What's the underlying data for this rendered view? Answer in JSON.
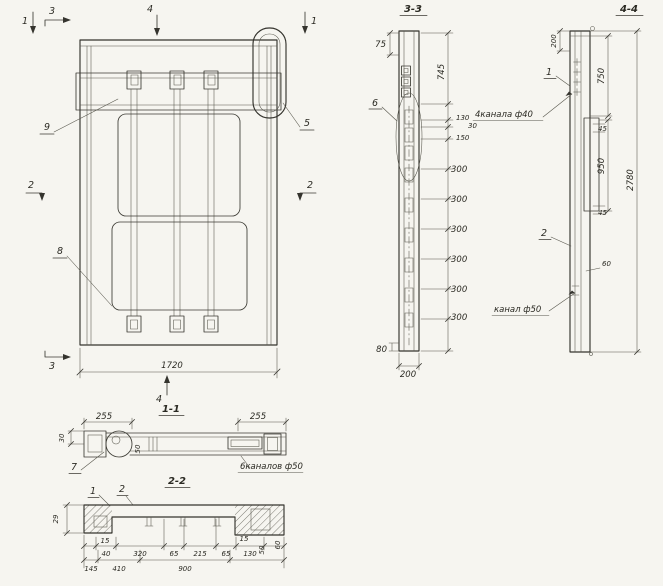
{
  "palette": {
    "paper": "#f6f5f0",
    "ink": "#35342e"
  },
  "plan": {
    "dim_width": "1720",
    "mark_1": "1",
    "mark_2": "2",
    "mark_3": "3",
    "mark_4": "4",
    "callout_5": "5",
    "callout_8": "8",
    "callout_9": "9"
  },
  "sec33": {
    "title": "3-3",
    "callout_6": "6",
    "dim_75": "75",
    "dim_745": "745",
    "dim_130": "130",
    "dim_30": "30",
    "dim_150": "150",
    "dim_300": "300",
    "dim_80": "80",
    "dim_200": "200"
  },
  "sec44": {
    "title": "4-4",
    "callout_1": "1",
    "callout_2": "2",
    "dim_200": "200",
    "dim_750": "750",
    "dim_950": "950",
    "dim_2780": "2780",
    "dim_45": "45",
    "dim_60": "60",
    "label_channels": "4канала ф40",
    "label_channel": "канал ф50"
  },
  "sec11": {
    "title": "1-1",
    "dim_255": "255",
    "dim_30": "30",
    "dim_50": "50",
    "callout_7": "7",
    "label_channels": "6каналов ф50"
  },
  "sec22": {
    "title": "2-2",
    "callout_1": "1",
    "callout_2": "2",
    "dim_29": "29",
    "dim_15": "15",
    "row1": [
      "40",
      "320",
      "65",
      "215",
      "65",
      "130"
    ],
    "row2": [
      "145",
      "410",
      "900"
    ],
    "dim_50": "50",
    "dim_60": "60"
  }
}
